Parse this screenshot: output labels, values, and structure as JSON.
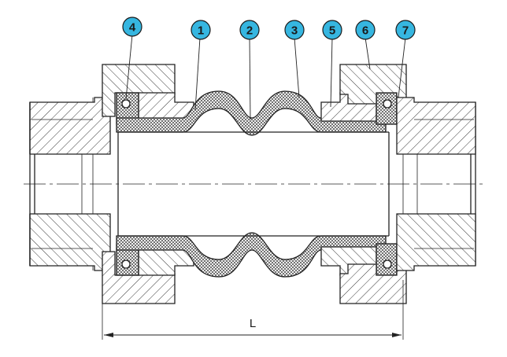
{
  "diagram": {
    "callouts": [
      {
        "id": "callout-4",
        "label": "4"
      },
      {
        "id": "callout-1",
        "label": "1"
      },
      {
        "id": "callout-2",
        "label": "2"
      },
      {
        "id": "callout-3",
        "label": "3"
      },
      {
        "id": "callout-5",
        "label": "5"
      },
      {
        "id": "callout-6",
        "label": "6"
      },
      {
        "id": "callout-7",
        "label": "7"
      }
    ],
    "dimension_label": "L",
    "colors": {
      "callout_fill": "#36b6e0",
      "callout_stroke": "#1a1a1a",
      "outline": "#222222",
      "background": "#ffffff"
    }
  }
}
